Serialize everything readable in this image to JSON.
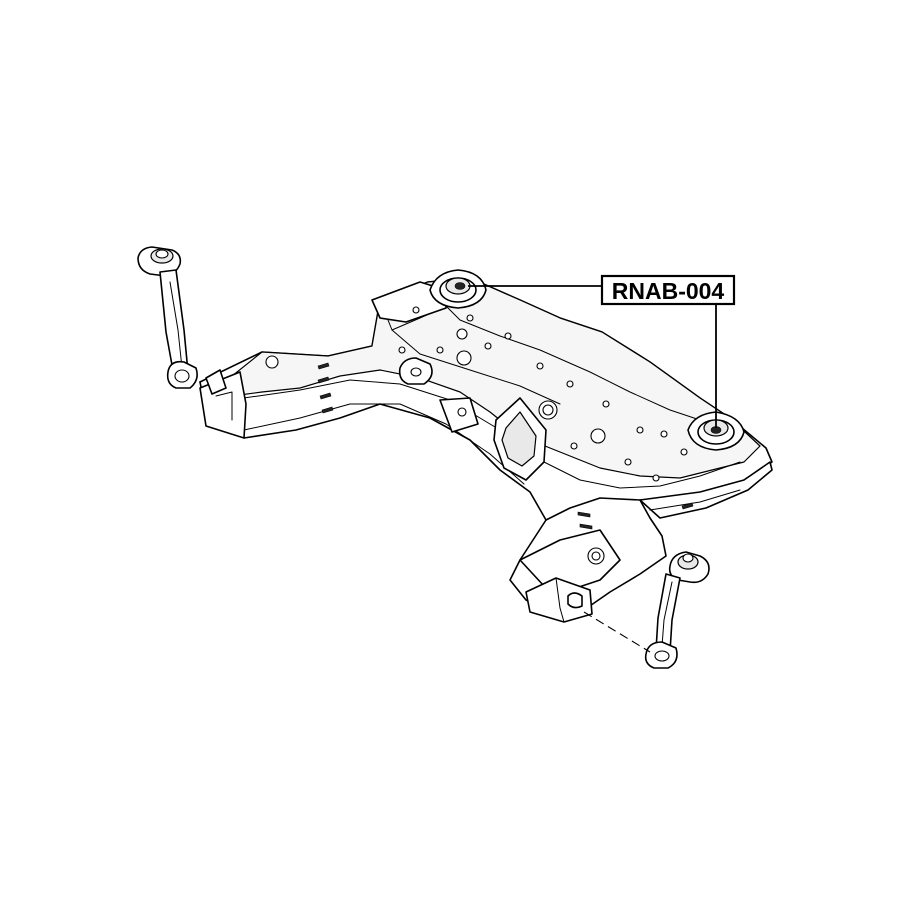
{
  "callout": {
    "part_number": "RNAB-004"
  },
  "colors": {
    "line": "#000000",
    "background": "#ffffff",
    "shade": "#e9e9e9"
  },
  "parts": {
    "subframe": "front-subframe",
    "left_link": "left-stabilizer-link",
    "right_link": "right-stabilizer-link",
    "bushing": "subframe-mount-bushing"
  }
}
